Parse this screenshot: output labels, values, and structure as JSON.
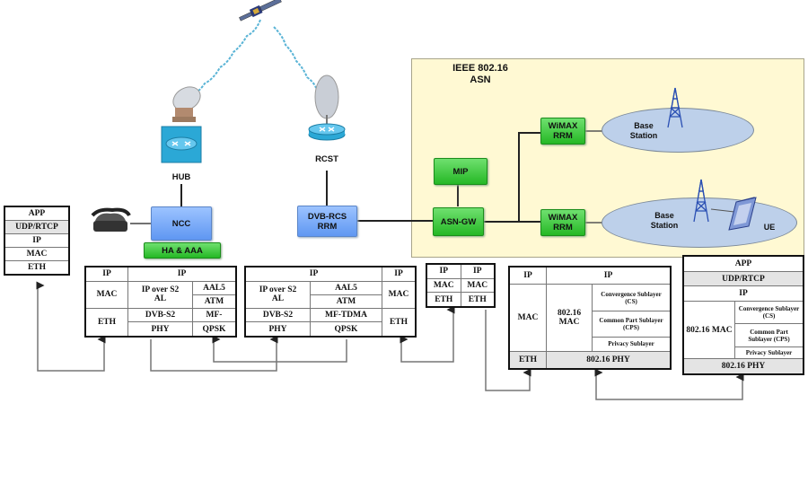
{
  "diagram": {
    "satellite": {
      "icon": "satellite-icon"
    },
    "hub": {
      "label": "HUB",
      "icon": "satellite-dish-icon",
      "router_icon": "router-icon"
    },
    "rcst": {
      "label": "RCST",
      "icon": "satellite-dish-icon",
      "router_icon": "router-icon"
    },
    "ncc": {
      "label": "NCC"
    },
    "ha_aaa": {
      "label": "HA & AAA"
    },
    "phone": {
      "icon": "telephone-icon"
    },
    "dvb_rcs_rrm": {
      "line1": "DVB-RCS",
      "line2": "RRM"
    },
    "asn_region": {
      "line1": "IEEE 802.16",
      "line2": "ASN"
    },
    "mip": {
      "label": "MIP"
    },
    "asn_gw": {
      "label": "ASN-GW"
    },
    "wimax_rrm_top": {
      "line1": "WiMAX",
      "line2": "RRM"
    },
    "wimax_rrm_bottom": {
      "line1": "WiMAX",
      "line2": "RRM"
    },
    "base_station_top": {
      "line1": "Base",
      "line2": "Station",
      "icon": "cell-tower-icon"
    },
    "base_station_bottom": {
      "line1": "Base",
      "line2": "Station",
      "icon": "cell-tower-icon"
    },
    "ue": {
      "label": "UE",
      "icon": "mobile-device-icon"
    }
  },
  "stacks": {
    "terminal_left": [
      "APP",
      "UDP/RTCP",
      "IP",
      "MAC",
      "ETH"
    ],
    "hub_stack": {
      "ip_left": "IP",
      "ip_right": "IP",
      "mac": "MAC",
      "eth": "ETH",
      "ip_over_s2": "IP over S2",
      "al": "AL",
      "aal5": "AAL5",
      "atm": "ATM",
      "dvb_s2": "DVB-S2",
      "phy": "PHY",
      "mf": "MF-",
      "qpsk": "QPSK"
    },
    "rcst_stack": {
      "ip_left": "IP",
      "ip_right": "IP",
      "ip_over_s2": "IP over S2",
      "al": "AL",
      "aal5": "AAL5",
      "atm": "ATM",
      "mac": "MAC",
      "eth": "ETH",
      "dvb_s2": "DVB-S2",
      "phy": "PHY",
      "mf_tdma": "MF-TDMA",
      "qpsk": "QPSK"
    },
    "gw_stack": {
      "ip1": "IP",
      "ip2": "IP",
      "mac1": "MAC",
      "mac2": "MAC",
      "eth1": "ETH",
      "eth2": "ETH"
    },
    "bs_stack": {
      "ip_left": "IP",
      "ip_right": "IP",
      "mac": "MAC",
      "mac_802": "802.16 MAC",
      "cs": "Convergence Sublayer (CS)",
      "cps": "Common Part Sublayer (CPS)",
      "privacy": "Privacy Sublayer",
      "eth": "ETH",
      "phy": "802.16 PHY"
    },
    "ue_stack": {
      "app": "APP",
      "udp": "UDP/RTCP",
      "ip": "IP",
      "mac_802": "802.16 MAC",
      "cs": "Convergence Sublayer (CS)",
      "cps": "Common Part Sublayer (CPS)",
      "privacy": "Privacy Sublayer",
      "phy": "802.16 PHY"
    }
  },
  "colors": {
    "asn_background": "#fff9d3",
    "blue_node": "#6fa3f5",
    "green_node": "#2fc22f",
    "ellipse": "#bdd0ea",
    "link": "#222222"
  }
}
